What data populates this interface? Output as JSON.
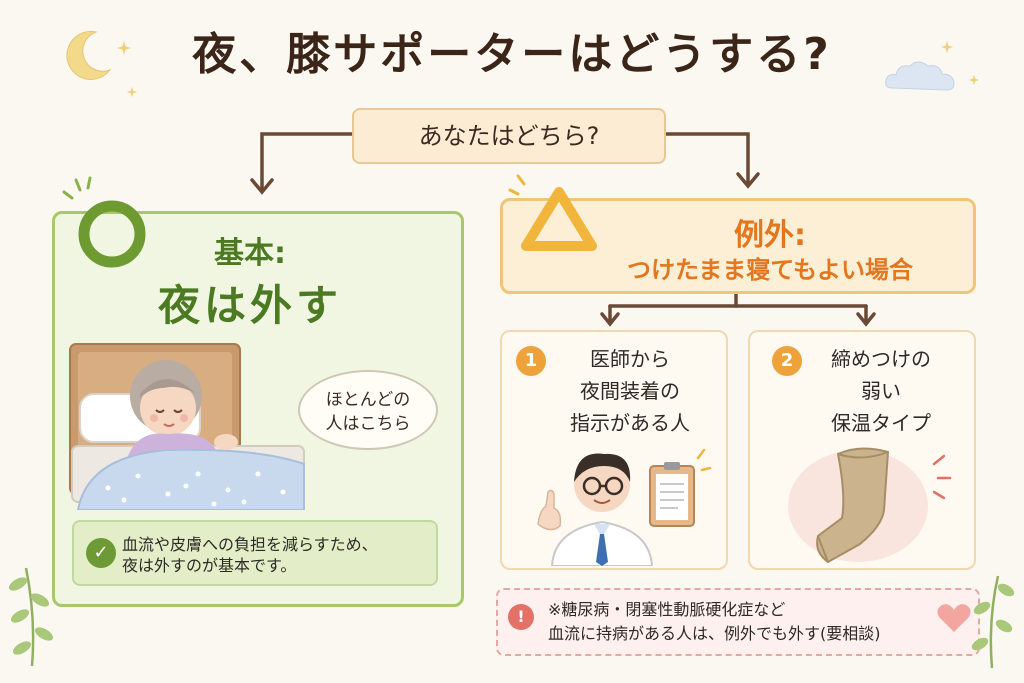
{
  "title": "夜、膝サポーターはどうする?",
  "question": "あなたはどちら?",
  "basic": {
    "label": "基本:",
    "title": "夜は外す",
    "speech_line1": "ほとんどの",
    "speech_line2": "人はこちら",
    "reason_line1": "血流や皮膚への負担を減らすため、",
    "reason_line2": "夜は外すのが基本です。"
  },
  "exception": {
    "label": "例外:",
    "title": "つけたまま寝てもよい場合",
    "cases": [
      {
        "number": "1",
        "line1": "医師から",
        "line2": "夜間装着の",
        "line3": "指示がある人"
      },
      {
        "number": "2",
        "line1": "締めつけの",
        "line2": "弱い",
        "line3": "保温タイプ"
      }
    ],
    "note_line1": "※糖尿病・閉塞性動脈硬化症など",
    "note_line2": "血流に持病がある人は、例外でも外す(要相談)"
  },
  "colors": {
    "green": "#4c7a22",
    "orange": "#e3761e",
    "brown_arrow": "#6b4a35"
  },
  "icons": [
    "moon-icon",
    "cloud-icon",
    "circle-ok-icon",
    "triangle-caution-icon",
    "check-icon",
    "exclamation-icon",
    "heart-icon",
    "leaf-icon"
  ]
}
